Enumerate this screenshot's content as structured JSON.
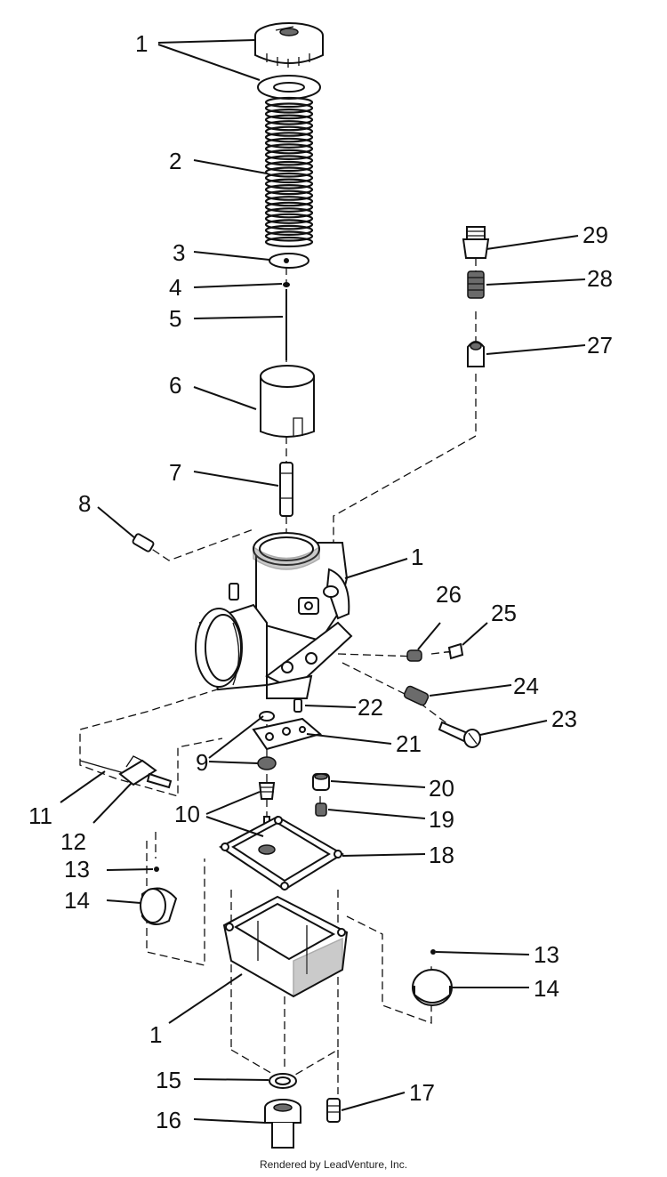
{
  "diagram": {
    "callouts": [
      {
        "id": "c1a",
        "text": "1"
      },
      {
        "id": "c2",
        "text": "2"
      },
      {
        "id": "c3",
        "text": "3"
      },
      {
        "id": "c4",
        "text": "4"
      },
      {
        "id": "c5",
        "text": "5"
      },
      {
        "id": "c6",
        "text": "6"
      },
      {
        "id": "c7",
        "text": "7"
      },
      {
        "id": "c8",
        "text": "8"
      },
      {
        "id": "c1b",
        "text": "1"
      },
      {
        "id": "c29",
        "text": "29"
      },
      {
        "id": "c28",
        "text": "28"
      },
      {
        "id": "c27",
        "text": "27"
      },
      {
        "id": "c26",
        "text": "26"
      },
      {
        "id": "c25",
        "text": "25"
      },
      {
        "id": "c24",
        "text": "24"
      },
      {
        "id": "c23",
        "text": "23"
      },
      {
        "id": "c22",
        "text": "22"
      },
      {
        "id": "c21",
        "text": "21"
      },
      {
        "id": "c9",
        "text": "9"
      },
      {
        "id": "c20",
        "text": "20"
      },
      {
        "id": "c19",
        "text": "19"
      },
      {
        "id": "c10",
        "text": "10"
      },
      {
        "id": "c18",
        "text": "18"
      },
      {
        "id": "c11",
        "text": "11"
      },
      {
        "id": "c12",
        "text": "12"
      },
      {
        "id": "c13a",
        "text": "13"
      },
      {
        "id": "c14a",
        "text": "14"
      },
      {
        "id": "c13b",
        "text": "13"
      },
      {
        "id": "c14b",
        "text": "14"
      },
      {
        "id": "c1c",
        "text": "1"
      },
      {
        "id": "c15",
        "text": "15"
      },
      {
        "id": "c16",
        "text": "16"
      },
      {
        "id": "c17",
        "text": "17"
      }
    ]
  },
  "footer": {
    "credit": "Rendered by LeadVenture, Inc."
  }
}
